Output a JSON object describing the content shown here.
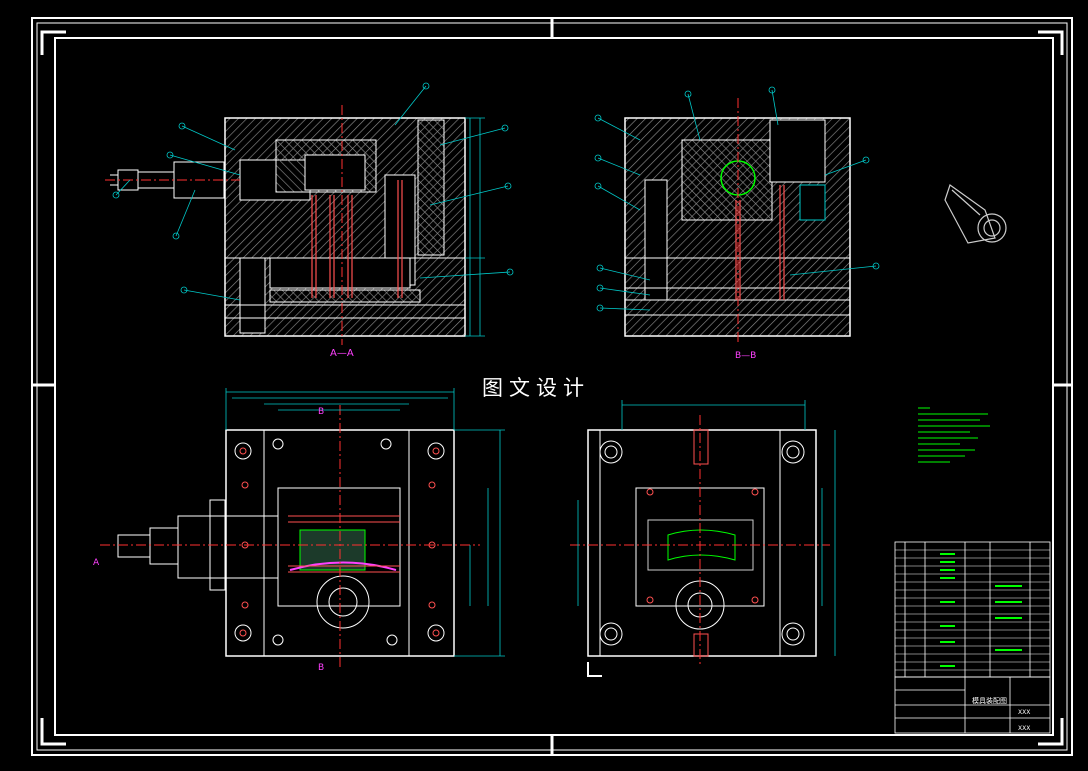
{
  "watermark": "图文设计",
  "views": {
    "section_a_label": "A—A",
    "section_b_label": "B—B",
    "section_mark_a": "A",
    "section_mark_b": "B"
  },
  "title_block": {
    "drawing_name": "模具装配图",
    "code_top": "XXX",
    "code_bottom": "XXX"
  },
  "colors": {
    "background": "#000000",
    "outline": "#ffffff",
    "dimension": "#00c8c8",
    "centerline": "#ff3030",
    "pin": "#ff5050",
    "notes": "#00ff00",
    "magenta": "#ff40ff"
  }
}
